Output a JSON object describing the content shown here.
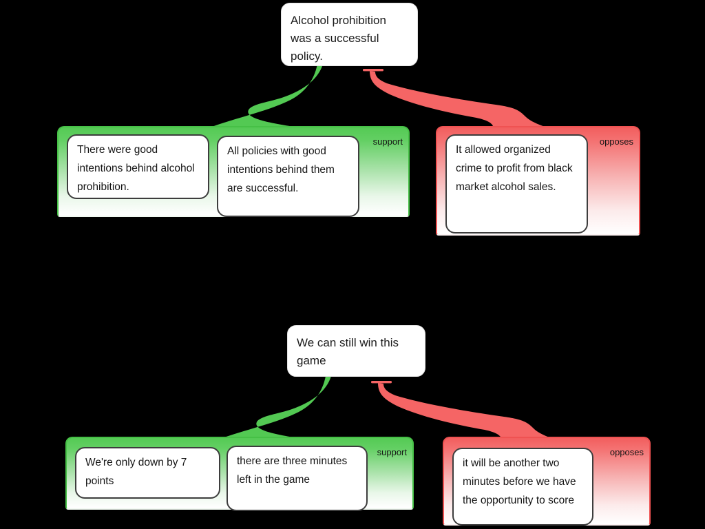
{
  "colors": {
    "background": "#000000",
    "support_green": "#58cb58",
    "support_border": "#46c046",
    "oppose_red": "#f36969",
    "oppose_border": "#ef5252",
    "connector_green": "#53c953",
    "connector_red": "#f56565",
    "premise_border": "#3d3d3d",
    "label_text": "#161616"
  },
  "trees": [
    {
      "root": {
        "text": "Alcohol prohibition was a successful policy."
      },
      "support_group": {
        "label": "support",
        "premises": [
          "There were good intentions behind alcohol prohibition.",
          "All policies with good intentions behind them are successful."
        ]
      },
      "oppose_group": {
        "label": "opposes",
        "premises": [
          "It allowed organized crime to profit from black market alcohol sales."
        ]
      }
    },
    {
      "root": {
        "text": "We can still win this game"
      },
      "support_group": {
        "label": "support",
        "premises": [
          "We're only down by 7 points",
          "there are three minutes left in the game"
        ]
      },
      "oppose_group": {
        "label": "opposes",
        "premises": [
          "it will be another two minutes before we have the opportunity to score"
        ]
      }
    }
  ]
}
